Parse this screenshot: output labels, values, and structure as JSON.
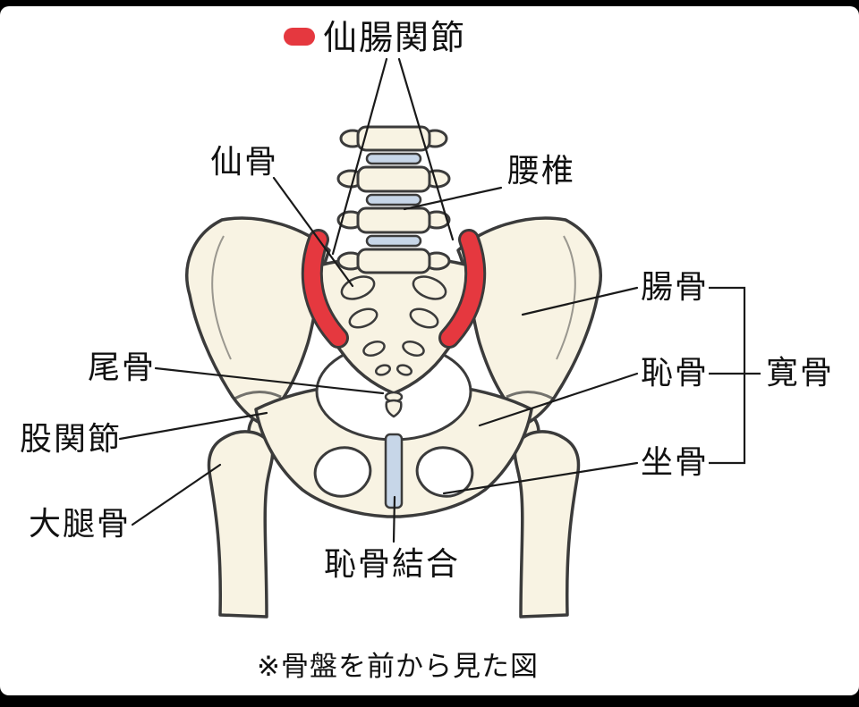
{
  "legend": {
    "marker_color": "#e5383f",
    "label": "仙腸関節"
  },
  "labels": {
    "sacrum": "仙骨",
    "lumbar_vertebrae": "腰椎",
    "ilium": "腸骨",
    "coccyx": "尾骨",
    "pubis": "恥骨",
    "hip_bone": "寛骨",
    "hip_joint": "股関節",
    "ischium": "坐骨",
    "femur": "大腿骨",
    "pubic_symphysis": "恥骨結合"
  },
  "caption": "※骨盤を前から見た図",
  "colors": {
    "bone": "#f8f3e3",
    "outline": "#3b3b3b",
    "disc_blue": "#c7d6e8",
    "joint_red": "#e5383f",
    "background": "#ffffff",
    "frame": "#000000"
  }
}
